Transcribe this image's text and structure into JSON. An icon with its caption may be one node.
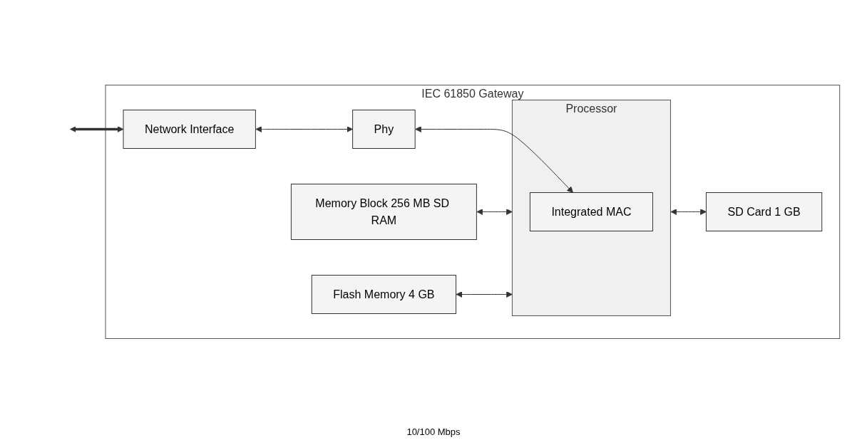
{
  "diagram": {
    "nodes": [
      {
        "text": [
          "IEC 61850 Gateway"
        ]
      },
      {
        "text": [
          "Network Interface"
        ],
        "in": 0
      },
      {
        "text": [
          "Phy"
        ],
        "in": 0
      },
      {
        "text": [
          "Processor"
        ],
        "in": 0
      },
      {
        "text": [
          "Integrated MAC"
        ],
        "in": 3
      },
      {
        "text": [
          "SD Card 1 GB"
        ],
        "in": 0
      },
      {
        "text": [
          "Memory Block 256 MB SD RAM"
        ],
        "in": 0
      },
      {
        "text": [
          "Flash Memory 4 GB"
        ],
        "in": 0
      }
    ],
    "edges": [
      {
        "from": null,
        "to": 1,
        "arrow": "both",
        "style": "thick"
      },
      {
        "from": 1,
        "to": 2,
        "arrow": "both"
      },
      {
        "from": 2,
        "to": 4,
        "arrow": "both"
      },
      {
        "from": 3,
        "to": 5,
        "arrow": "both"
      },
      {
        "from": 6,
        "to": 3,
        "arrow": "both"
      },
      {
        "from": 7,
        "to": 3,
        "arrow": "both"
      }
    ],
    "labels": [
      "10/100 Mbps"
    ]
  }
}
